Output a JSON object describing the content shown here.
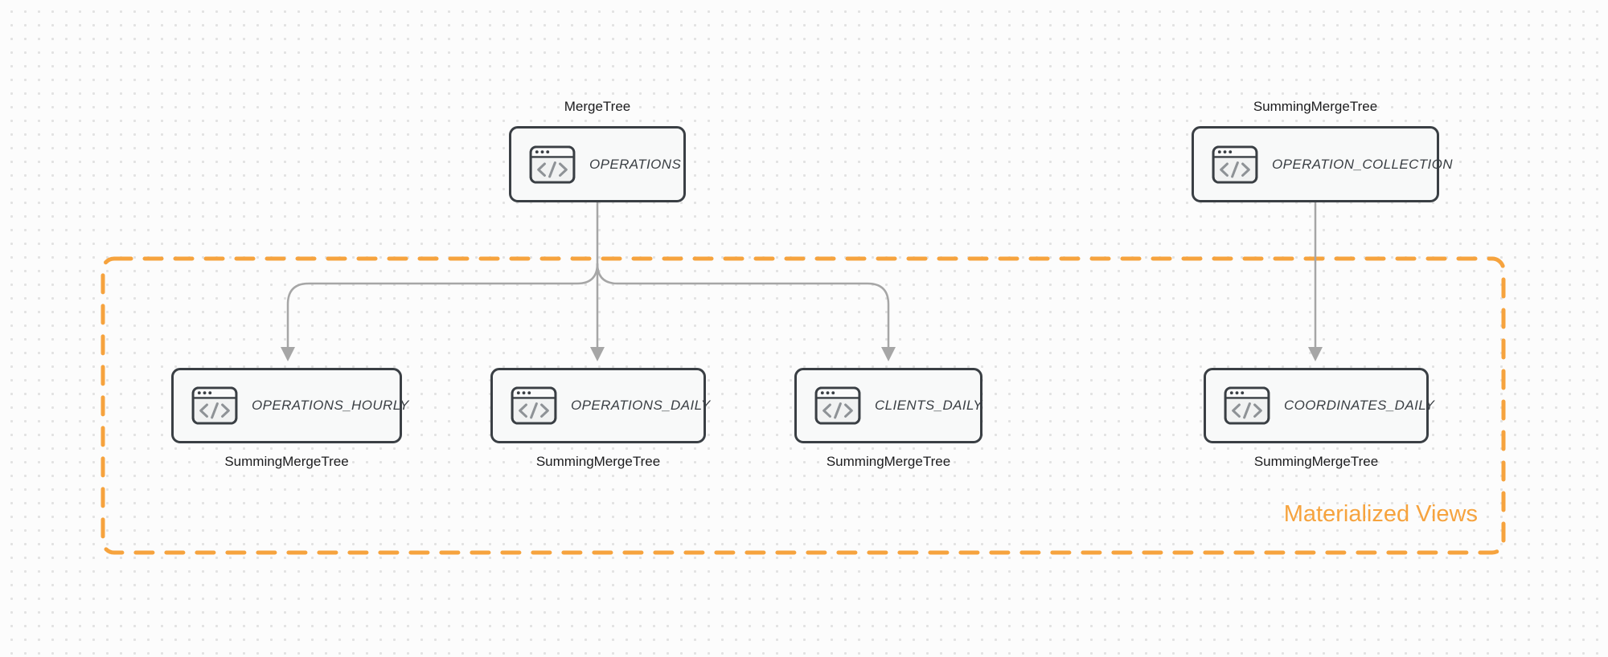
{
  "canvas": {
    "background_color": "#fcfcfc",
    "dot_grid_color": "#e2e2e2"
  },
  "nodes": [
    {
      "id": "operations",
      "title": "OPERATIONS",
      "engine": "MergeTree",
      "engine_label_position": "top",
      "icon": "code-window-icon"
    },
    {
      "id": "operation-collection",
      "title": "OPERATION_COLLECTION",
      "engine": "SummingMergeTree",
      "engine_label_position": "top",
      "icon": "code-window-icon"
    },
    {
      "id": "operations-hourly",
      "title": "OPERATIONS_HOURLY",
      "engine": "SummingMergeTree",
      "engine_label_position": "bottom",
      "icon": "code-window-icon"
    },
    {
      "id": "operations-daily",
      "title": "OPERATIONS_DAILY",
      "engine": "SummingMergeTree",
      "engine_label_position": "bottom",
      "icon": "code-window-icon"
    },
    {
      "id": "clients-daily",
      "title": "CLIENTS_DAILY",
      "engine": "SummingMergeTree",
      "engine_label_position": "bottom",
      "icon": "code-window-icon"
    },
    {
      "id": "coordinates-daily",
      "title": "COORDINATES_DAILY",
      "engine": "SummingMergeTree",
      "engine_label_position": "bottom",
      "icon": "code-window-icon"
    }
  ],
  "edges": [
    {
      "from": "operations",
      "to": "operations-hourly"
    },
    {
      "from": "operations",
      "to": "operations-daily"
    },
    {
      "from": "operations",
      "to": "clients-daily"
    },
    {
      "from": "operation-collection",
      "to": "coordinates-daily"
    }
  ],
  "group": {
    "label": "Materialized Views",
    "border_style": "dashed",
    "color": "#F6A33E"
  },
  "colors": {
    "node_border": "#3a3f44",
    "node_fill": "#f8f9f9",
    "node_title": "#3a3f44",
    "engine_label": "#1c1c1e",
    "edge": "#a6a6a6",
    "group_orange": "#F6A33E"
  }
}
